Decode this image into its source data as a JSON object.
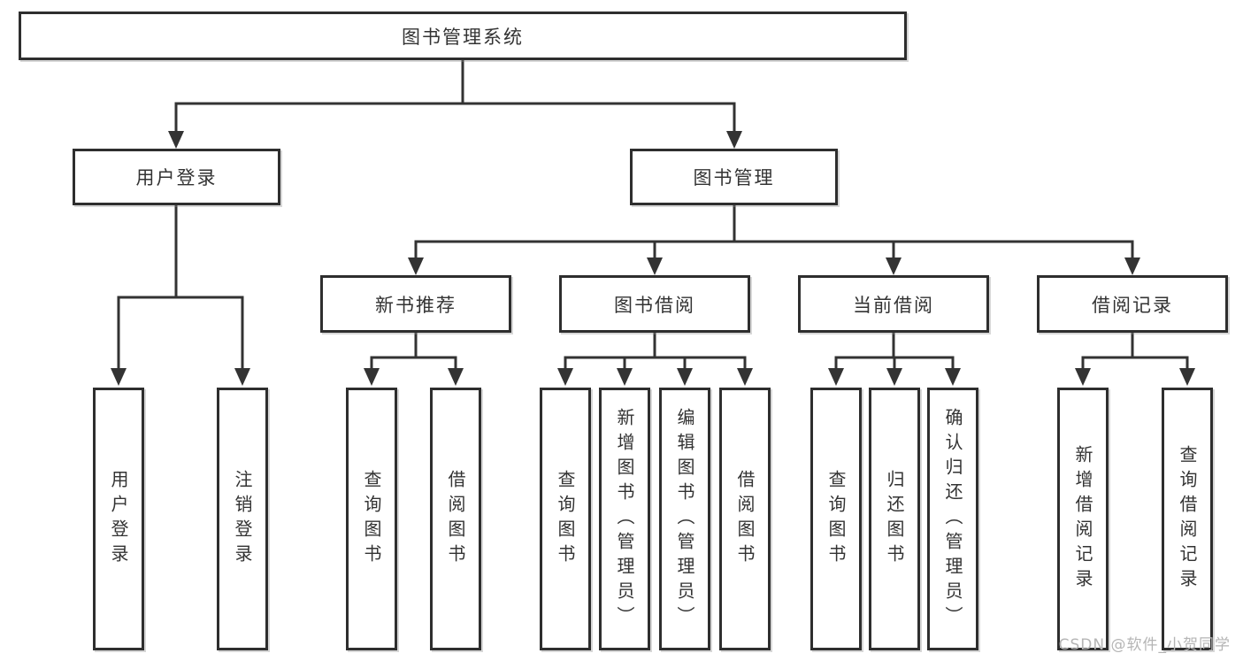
{
  "diagram": {
    "root_label": "图书管理系统",
    "branches": [
      {
        "label": "用户登录",
        "leaves": [
          "用户登录",
          "注销登录"
        ]
      },
      {
        "label": "图书管理",
        "sections": [
          {
            "label": "新书推荐",
            "leaves": [
              "查询图书",
              "借阅图书"
            ]
          },
          {
            "label": "图书借阅",
            "leaves": [
              "查询图书",
              "新增图书（管理员）",
              "编辑图书（管理员）",
              "借阅图书"
            ]
          },
          {
            "label": "当前借阅",
            "leaves": [
              "查询图书",
              "归还图书",
              "确认归还（管理员）"
            ]
          },
          {
            "label": "借阅记录",
            "leaves": [
              "新增借阅记录",
              "查询借阅记录"
            ]
          }
        ]
      }
    ]
  },
  "watermark": "CSDN @软件_小贺同学",
  "colors": {
    "line": "#333333",
    "box_border": "#2e2e2e",
    "text": "#333333",
    "watermark": "#b5b5b5",
    "background": "#ffffff"
  }
}
